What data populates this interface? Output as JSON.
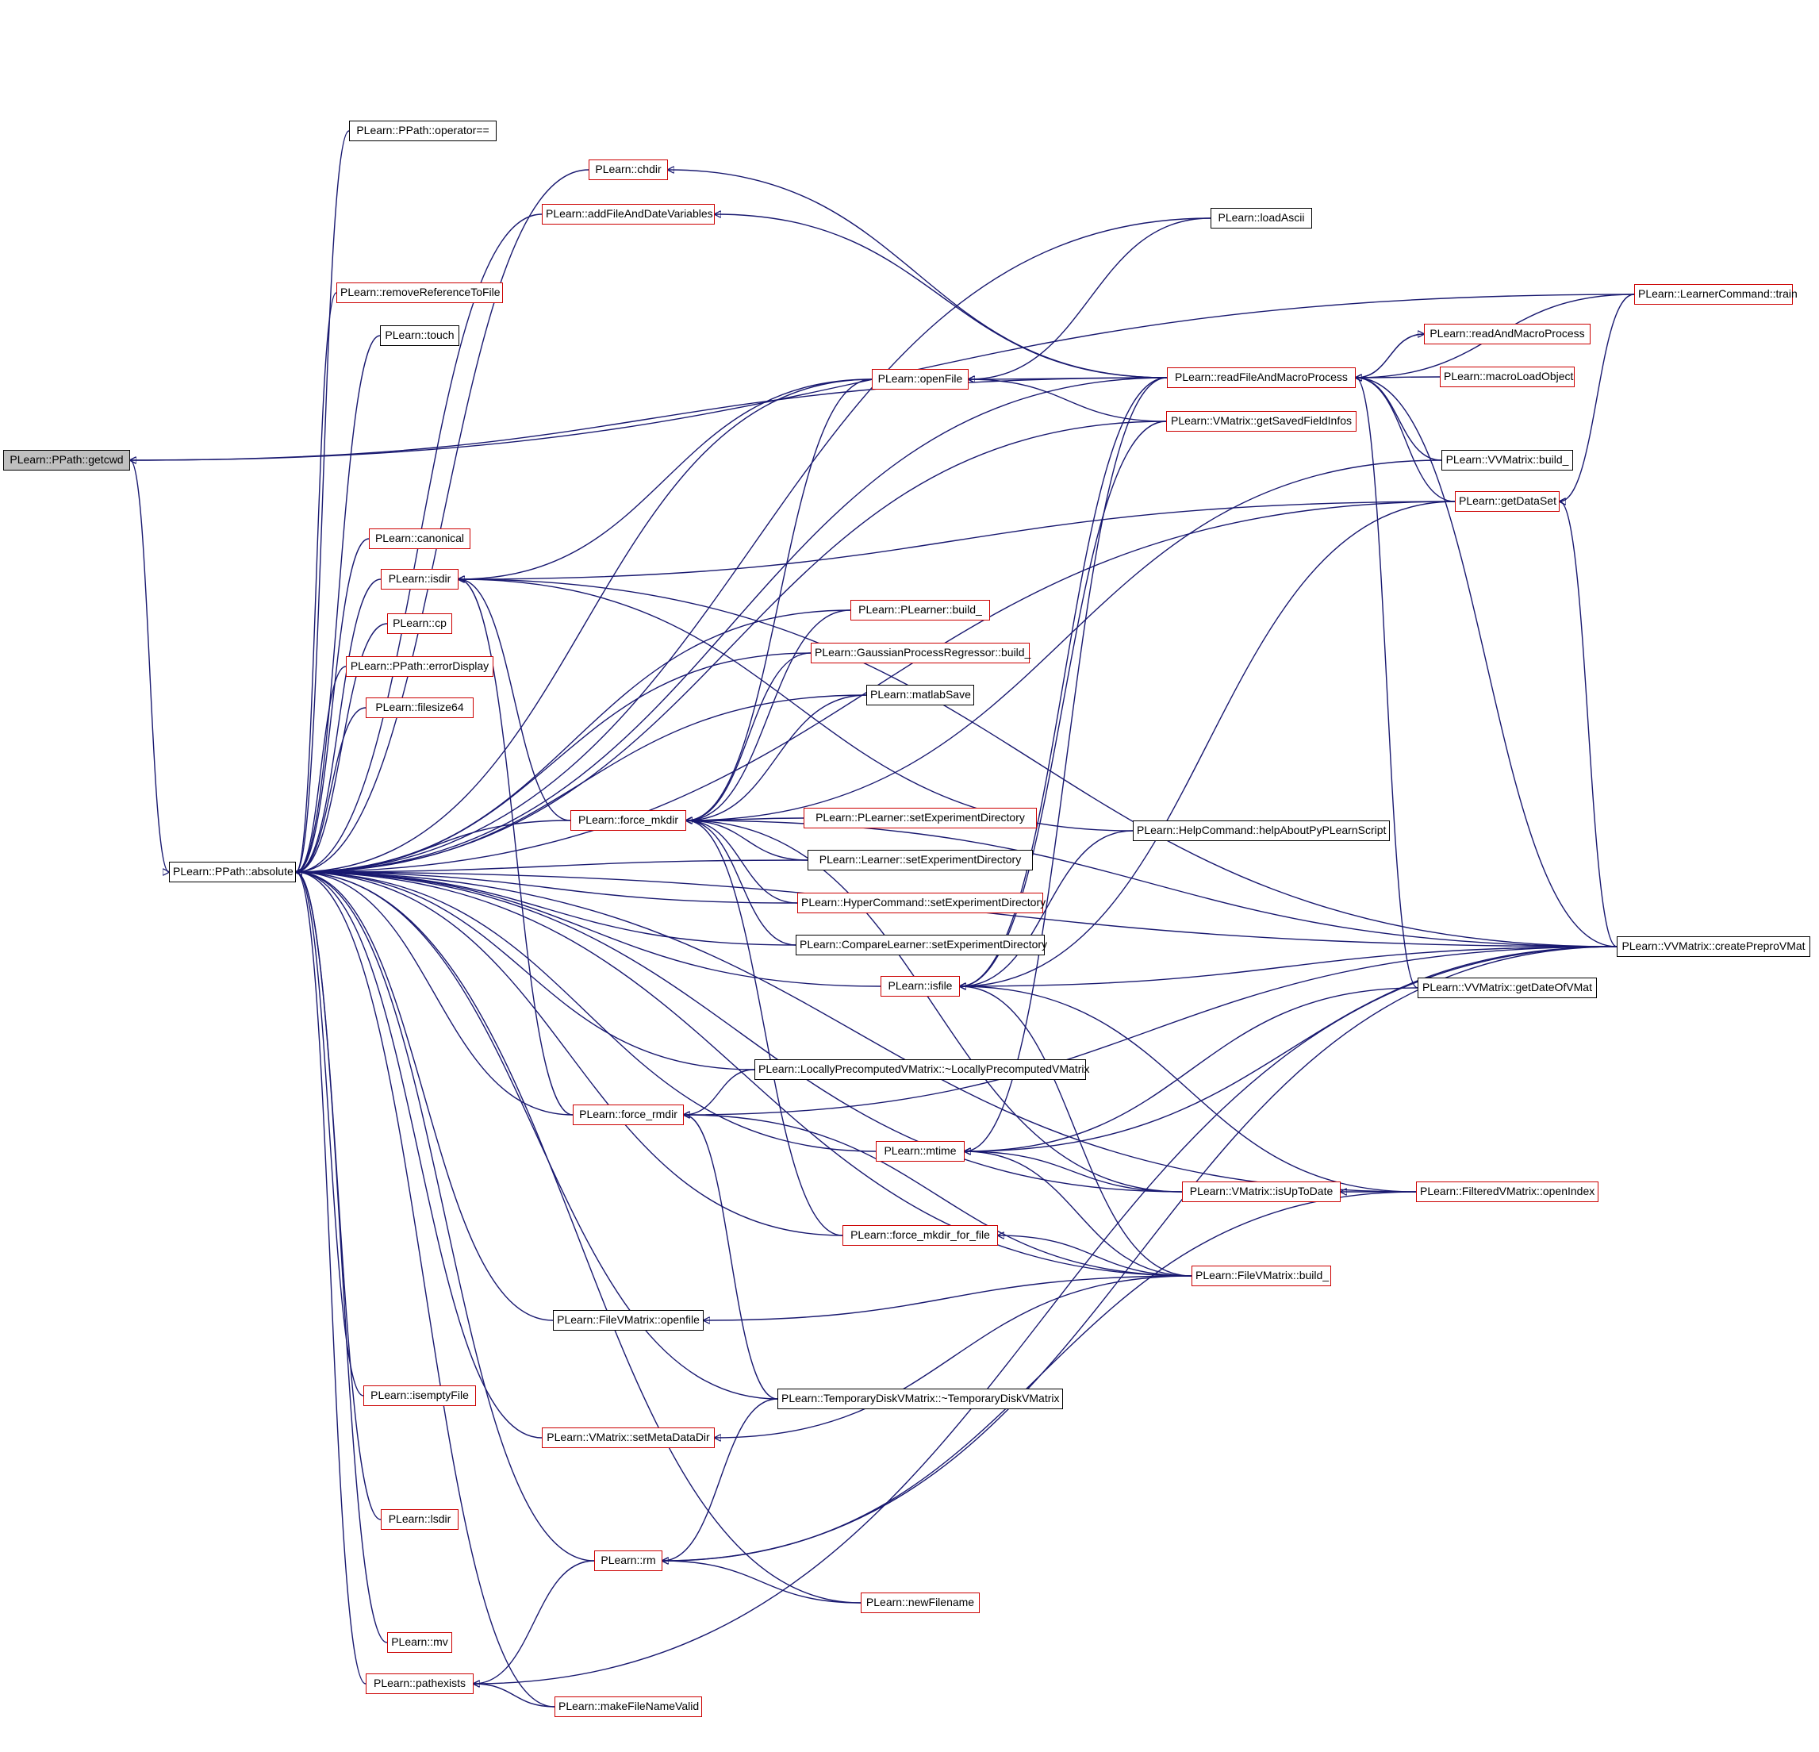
{
  "title": "",
  "colors": {
    "edge": "#191970",
    "border_red": "#cc0000",
    "border_black": "#000000",
    "root_fill": "#bfbfbf"
  },
  "nodes": [
    {
      "id": "getcwd",
      "label": "PLearn::PPath::getcwd",
      "style": "root"
    },
    {
      "id": "absolute",
      "label": "PLearn::PPath::absolute",
      "style": "black"
    },
    {
      "id": "opeq",
      "label": "PLearn::PPath::operator==",
      "style": "black"
    },
    {
      "id": "chdir",
      "label": "PLearn::chdir",
      "style": "red"
    },
    {
      "id": "addfile",
      "label": "PLearn::addFileAndDateVariables",
      "style": "red"
    },
    {
      "id": "removeref",
      "label": "PLearn::removeReferenceToFile",
      "style": "red"
    },
    {
      "id": "touch",
      "label": "PLearn::touch",
      "style": "black"
    },
    {
      "id": "canonical",
      "label": "PLearn::canonical",
      "style": "red"
    },
    {
      "id": "isdir",
      "label": "PLearn::isdir",
      "style": "red"
    },
    {
      "id": "cp",
      "label": "PLearn::cp",
      "style": "red"
    },
    {
      "id": "errdisp",
      "label": "PLearn::PPath::errorDisplay",
      "style": "red"
    },
    {
      "id": "filesize",
      "label": "PLearn::filesize64",
      "style": "red"
    },
    {
      "id": "isempty",
      "label": "PLearn::isemptyFile",
      "style": "red"
    },
    {
      "id": "setmeta",
      "label": "PLearn::VMatrix::setMetaDataDir",
      "style": "red"
    },
    {
      "id": "lsdir",
      "label": "PLearn::lsdir",
      "style": "red"
    },
    {
      "id": "mv",
      "label": "PLearn::mv",
      "style": "red"
    },
    {
      "id": "pathexists",
      "label": "PLearn::pathexists",
      "style": "red"
    },
    {
      "id": "makevalid",
      "label": "PLearn::makeFileNameValid",
      "style": "red"
    },
    {
      "id": "rm",
      "label": "PLearn::rm",
      "style": "red"
    },
    {
      "id": "newfilename",
      "label": "PLearn::newFilename",
      "style": "red"
    },
    {
      "id": "openfile_fvm",
      "label": "PLearn::FileVMatrix::openfile",
      "style": "black"
    },
    {
      "id": "tempdisk",
      "label": "PLearn::TemporaryDiskVMatrix::~TemporaryDiskVMatrix",
      "style": "black"
    },
    {
      "id": "forcermdir",
      "label": "PLearn::force_rmdir",
      "style": "red"
    },
    {
      "id": "locallyprec",
      "label": "PLearn::LocallyPrecomputedVMatrix::~LocallyPrecomputedVMatrix",
      "style": "black"
    },
    {
      "id": "forcemkdir",
      "label": "PLearn::force_mkdir",
      "style": "red"
    },
    {
      "id": "forcemkdirfile",
      "label": "PLearn::force_mkdir_for_file",
      "style": "red"
    },
    {
      "id": "mtime",
      "label": "PLearn::mtime",
      "style": "red"
    },
    {
      "id": "isfile",
      "label": "PLearn::isfile",
      "style": "red"
    },
    {
      "id": "openFile",
      "label": "PLearn::openFile",
      "style": "red"
    },
    {
      "id": "plearnerbuild",
      "label": "PLearn::PLearner::build_",
      "style": "red"
    },
    {
      "id": "gaussbuild",
      "label": "PLearn::GaussianProcessRegressor::build_",
      "style": "red"
    },
    {
      "id": "matlabsave",
      "label": "PLearn::matlabSave",
      "style": "black"
    },
    {
      "id": "plearnerset",
      "label": "PLearn::PLearner::setExperimentDirectory",
      "style": "red"
    },
    {
      "id": "learnerset",
      "label": "PLearn::Learner::setExperimentDirectory",
      "style": "black"
    },
    {
      "id": "hyperset",
      "label": "PLearn::HyperCommand::setExperimentDirectory",
      "style": "red"
    },
    {
      "id": "compareset",
      "label": "PLearn::CompareLearner::setExperimentDirectory",
      "style": "black"
    },
    {
      "id": "loadascii",
      "label": "PLearn::loadAscii",
      "style": "black"
    },
    {
      "id": "readfile",
      "label": "PLearn::readFileAndMacroProcess",
      "style": "red"
    },
    {
      "id": "getsaved",
      "label": "PLearn::VMatrix::getSavedFieldInfos",
      "style": "red"
    },
    {
      "id": "helpabout",
      "label": "PLearn::HelpCommand::helpAboutPyPLearnScript",
      "style": "black"
    },
    {
      "id": "isuptodate",
      "label": "PLearn::VMatrix::isUpToDate",
      "style": "red"
    },
    {
      "id": "filevmbuild",
      "label": "PLearn::FileVMatrix::build_",
      "style": "red"
    },
    {
      "id": "readandmacro",
      "label": "PLearn::readAndMacroProcess",
      "style": "red"
    },
    {
      "id": "macroload",
      "label": "PLearn::macroLoadObject",
      "style": "red"
    },
    {
      "id": "vvmbuild",
      "label": "PLearn::VVMatrix::build_",
      "style": "black"
    },
    {
      "id": "getdataset",
      "label": "PLearn::getDataSet",
      "style": "red"
    },
    {
      "id": "getdateof",
      "label": "PLearn::VVMatrix::getDateOfVMat",
      "style": "black"
    },
    {
      "id": "filteredopen",
      "label": "PLearn::FilteredVMatrix::openIndex",
      "style": "red"
    },
    {
      "id": "learnertrain",
      "label": "PLearn::LearnerCommand::train",
      "style": "red"
    },
    {
      "id": "createprepro",
      "label": "PLearn::VVMatrix::createPreproVMat",
      "style": "black"
    }
  ],
  "edges": [
    [
      "absolute",
      "getcwd"
    ],
    [
      "getcwd",
      "readfile"
    ],
    [
      "getcwd",
      "learnertrain"
    ],
    [
      "absolute",
      "opeq"
    ],
    [
      "absolute",
      "chdir"
    ],
    [
      "absolute",
      "addfile"
    ],
    [
      "absolute",
      "removeref"
    ],
    [
      "absolute",
      "touch"
    ],
    [
      "absolute",
      "canonical"
    ],
    [
      "absolute",
      "isdir"
    ],
    [
      "absolute",
      "cp"
    ],
    [
      "absolute",
      "errdisp"
    ],
    [
      "absolute",
      "filesize"
    ],
    [
      "absolute",
      "isempty"
    ],
    [
      "absolute",
      "setmeta"
    ],
    [
      "absolute",
      "lsdir"
    ],
    [
      "absolute",
      "mv"
    ],
    [
      "absolute",
      "pathexists"
    ],
    [
      "absolute",
      "makevalid"
    ],
    [
      "absolute",
      "rm"
    ],
    [
      "absolute",
      "newfilename"
    ],
    [
      "absolute",
      "openfile_fvm"
    ],
    [
      "absolute",
      "tempdisk"
    ],
    [
      "absolute",
      "forcermdir"
    ],
    [
      "absolute",
      "locallyprec"
    ],
    [
      "absolute",
      "forcemkdir"
    ],
    [
      "absolute",
      "forcemkdirfile"
    ],
    [
      "absolute",
      "mtime"
    ],
    [
      "absolute",
      "isfile"
    ],
    [
      "absolute",
      "openFile"
    ],
    [
      "absolute",
      "plearnerbuild"
    ],
    [
      "absolute",
      "gaussbuild"
    ],
    [
      "absolute",
      "matlabsave"
    ],
    [
      "absolute",
      "learnerset"
    ],
    [
      "absolute",
      "hyperset"
    ],
    [
      "absolute",
      "compareset"
    ],
    [
      "absolute",
      "loadascii"
    ],
    [
      "absolute",
      "readfile"
    ],
    [
      "absolute",
      "getsaved"
    ],
    [
      "absolute",
      "isuptodate"
    ],
    [
      "absolute",
      "filevmbuild"
    ],
    [
      "absolute",
      "filteredopen"
    ],
    [
      "absolute",
      "createprepro"
    ],
    [
      "absolute",
      "getdataset"
    ],
    [
      "chdir",
      "readfile"
    ],
    [
      "addfile",
      "readfile"
    ],
    [
      "isdir",
      "openFile"
    ],
    [
      "isdir",
      "forcemkdir"
    ],
    [
      "isdir",
      "forcermdir"
    ],
    [
      "isdir",
      "getdataset"
    ],
    [
      "isdir",
      "createprepro"
    ],
    [
      "isdir",
      "helpabout"
    ],
    [
      "forcemkdir",
      "openFile"
    ],
    [
      "forcemkdir",
      "plearnerbuild"
    ],
    [
      "forcemkdir",
      "gaussbuild"
    ],
    [
      "forcemkdir",
      "matlabsave"
    ],
    [
      "forcemkdir",
      "plearnerset"
    ],
    [
      "forcemkdir",
      "learnerset"
    ],
    [
      "forcemkdir",
      "hyperset"
    ],
    [
      "forcemkdir",
      "compareset"
    ],
    [
      "forcemkdir",
      "forcemkdirfile"
    ],
    [
      "forcemkdir",
      "createprepro"
    ],
    [
      "forcemkdir",
      "vvmbuild"
    ],
    [
      "forcemkdir",
      "isuptodate"
    ],
    [
      "openFile",
      "readfile"
    ],
    [
      "openFile",
      "getsaved"
    ],
    [
      "openFile",
      "loadascii"
    ],
    [
      "readfile",
      "readandmacro"
    ],
    [
      "readfile",
      "macroload"
    ],
    [
      "readfile",
      "vvmbuild"
    ],
    [
      "readfile",
      "getdataset"
    ],
    [
      "readfile",
      "learnertrain"
    ],
    [
      "readfile",
      "createprepro"
    ],
    [
      "readfile",
      "getdateof"
    ],
    [
      "readandmacro",
      "readfile"
    ],
    [
      "getdataset",
      "learnertrain"
    ],
    [
      "getdataset",
      "createprepro"
    ],
    [
      "isfile",
      "readfile"
    ],
    [
      "isfile",
      "getsaved"
    ],
    [
      "isfile",
      "helpabout"
    ],
    [
      "isfile",
      "getdataset"
    ],
    [
      "isfile",
      "createprepro"
    ],
    [
      "isfile",
      "filteredopen"
    ],
    [
      "isfile",
      "filevmbuild"
    ],
    [
      "forcermdir",
      "locallyprec"
    ],
    [
      "forcermdir",
      "createprepro"
    ],
    [
      "forcermdir",
      "tempdisk"
    ],
    [
      "forcermdir",
      "filevmbuild"
    ],
    [
      "mtime",
      "getdateof"
    ],
    [
      "mtime",
      "createprepro"
    ],
    [
      "mtime",
      "isuptodate"
    ],
    [
      "mtime",
      "filevmbuild"
    ],
    [
      "mtime",
      "readfile"
    ],
    [
      "isuptodate",
      "filteredopen"
    ],
    [
      "forcemkdirfile",
      "filevmbuild"
    ],
    [
      "openfile_fvm",
      "filevmbuild"
    ],
    [
      "setmeta",
      "filevmbuild"
    ],
    [
      "rm",
      "tempdisk"
    ],
    [
      "rm",
      "newfilename"
    ],
    [
      "rm",
      "createprepro"
    ],
    [
      "rm",
      "filteredopen"
    ],
    [
      "pathexists",
      "rm"
    ],
    [
      "pathexists",
      "makevalid"
    ],
    [
      "pathexists",
      "createprepro"
    ]
  ]
}
